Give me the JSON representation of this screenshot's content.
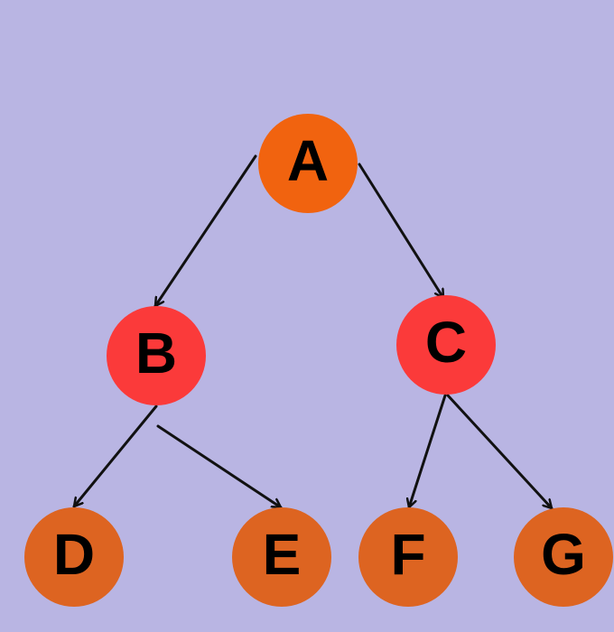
{
  "background_color": "#b9b5e3",
  "edge_color": "#111111",
  "nodes": [
    {
      "id": "A",
      "label": "A",
      "color": "#f1630f"
    },
    {
      "id": "B",
      "label": "B",
      "color": "#fb3a3a"
    },
    {
      "id": "C",
      "label": "C",
      "color": "#fb3a3a"
    },
    {
      "id": "D",
      "label": "D",
      "color": "#dd6421"
    },
    {
      "id": "E",
      "label": "E",
      "color": "#dd6421"
    },
    {
      "id": "F",
      "label": "F",
      "color": "#dd6421"
    },
    {
      "id": "G",
      "label": "G",
      "color": "#dd6421"
    }
  ],
  "edges": [
    {
      "from": "A",
      "to": "B"
    },
    {
      "from": "A",
      "to": "C"
    },
    {
      "from": "B",
      "to": "D"
    },
    {
      "from": "B",
      "to": "E"
    },
    {
      "from": "C",
      "to": "F"
    },
    {
      "from": "C",
      "to": "G"
    }
  ]
}
